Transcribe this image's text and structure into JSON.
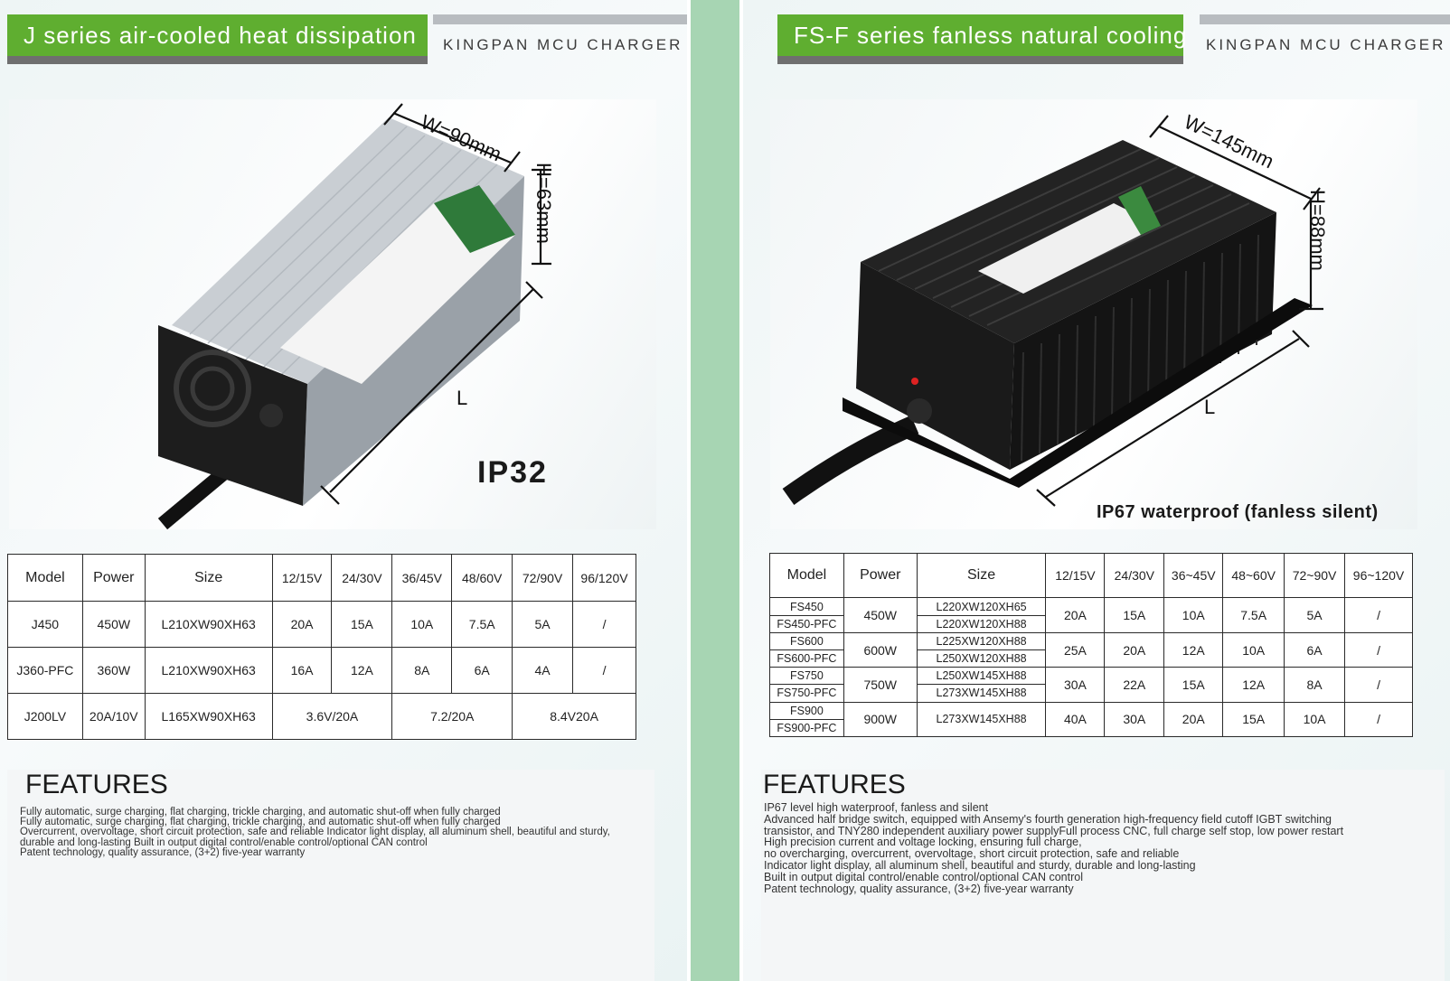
{
  "brand": "KINGPAN MCU CHARGER",
  "colors": {
    "accent_green": "#5fae30",
    "spine_green": "#a7d5b3",
    "bar_grey": "#6f6f6f"
  },
  "left": {
    "title": "J series air-cooled heat dissipation",
    "dimensions": {
      "width": "W=90mm",
      "height": "H=63mm",
      "length": "L"
    },
    "rating": "IP32",
    "table": {
      "headers": [
        "Model",
        "Power",
        "Size",
        "12/15V",
        "24/30V",
        "36/45V",
        "48/60V",
        "72/90V",
        "96/120V"
      ],
      "rows": [
        {
          "model": "J450",
          "power": "450W",
          "size": "L210XW90XH63",
          "v12": "20A",
          "v24": "15A",
          "v36": "10A",
          "v48": "7.5A",
          "v72": "5A",
          "v96": "/"
        },
        {
          "model": "J360-PFC",
          "power": "360W",
          "size": "L210XW90XH63",
          "v12": "16A",
          "v24": "12A",
          "v36": "8A",
          "v48": "6A",
          "v72": "4A",
          "v96": "/"
        },
        {
          "model": "J200LV",
          "power": "20A/10V",
          "size": "L165XW90XH63",
          "g1": "3.6V/20A",
          "g2": "7.2/20A",
          "g3": "8.4V20A"
        }
      ]
    },
    "features_title": "FEATURES",
    "features": [
      "Fully automatic, surge charging, flat charging, trickle charging, and automatic shut-off when fully charged",
      "Fully automatic, surge charging, flat charging, trickle charging, and  automatic shut-off when fully charged",
      "Overcurrent, overvoltage, short circuit protection, safe and reliable Indicator light display, all aluminum shell, beautiful and sturdy,",
      "durable and long-lasting Built in output digital control/enable control/optional CAN control",
      "Patent technology, quality assurance, (3+2) five-year warranty"
    ]
  },
  "right": {
    "title": "FS-F series fanless natural cooling",
    "dimensions": {
      "width": "W=145mm",
      "height": "H=88mm",
      "length": "L"
    },
    "rating": "IP67 waterproof (fanless silent)",
    "table": {
      "headers": [
        "Model",
        "Power",
        "Size",
        "12/15V",
        "24/30V",
        "36~45V",
        "48~60V",
        "72~90V",
        "96~120V"
      ],
      "rows": [
        {
          "model_a": "FS450",
          "model_b": "FS450-PFC",
          "power": "450W",
          "size_a": "L220XW120XH65",
          "size_b": "L220XW120XH88",
          "v12": "20A",
          "v24": "15A",
          "v36": "10A",
          "v48": "7.5A",
          "v72": "5A",
          "v96": "/"
        },
        {
          "model_a": "FS600",
          "model_b": "FS600-PFC",
          "power": "600W",
          "size_a": "L225XW120XH88",
          "size_b": "L250XW120XH88",
          "v12": "25A",
          "v24": "20A",
          "v36": "12A",
          "v48": "10A",
          "v72": "6A",
          "v96": "/"
        },
        {
          "model_a": "FS750",
          "model_b": "FS750-PFC",
          "power": "750W",
          "size_a": "L250XW145XH88",
          "size_b": "L273XW145XH88",
          "v12": "30A",
          "v24": "22A",
          "v36": "15A",
          "v48": "12A",
          "v72": "8A",
          "v96": "/"
        },
        {
          "model_a": "FS900",
          "model_b": "FS900-PFC",
          "power": "900W",
          "size": "L273XW145XH88",
          "v12": "40A",
          "v24": "30A",
          "v36": "20A",
          "v48": "15A",
          "v72": "10A",
          "v96": "/"
        }
      ]
    },
    "features_title": "FEATURES",
    "features": [
      "IP67 level high waterproof, fanless and silent",
      "Advanced half bridge switch, equipped with Ansemy's  fourth generation high-frequency field cutoff IGBT switching",
      "transistor, and TNY280 independent auxiliary power supplyFull process CNC, full charge self stop, low power restart",
      "High precision current and voltage locking, ensuring full charge,",
      "no overcharging, overcurrent, overvoltage, short circuit protection, safe and reliable",
      "Indicator light display, all aluminum shell, beautiful and sturdy, durable and long-lasting",
      "Built in output digital control/enable control/optional CAN control",
      "Patent technology, quality assurance, (3+2) five-year warranty"
    ]
  }
}
